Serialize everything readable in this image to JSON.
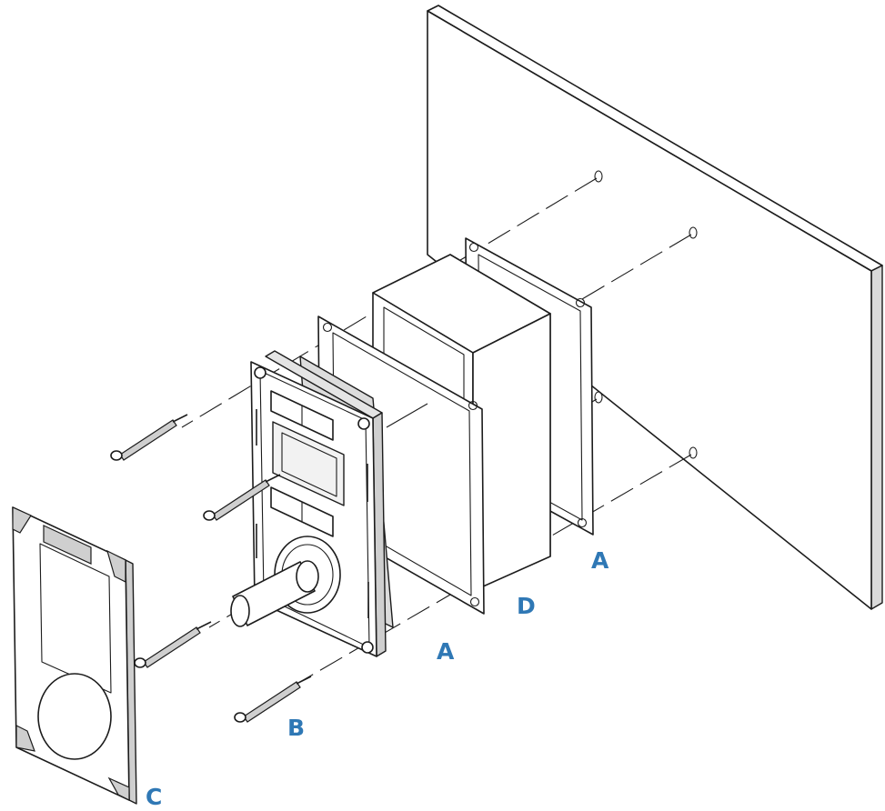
{
  "callouts": {
    "gasket_rear": "A",
    "gasket_front": "A",
    "screws": "B",
    "cover": "C",
    "housing": "D"
  }
}
